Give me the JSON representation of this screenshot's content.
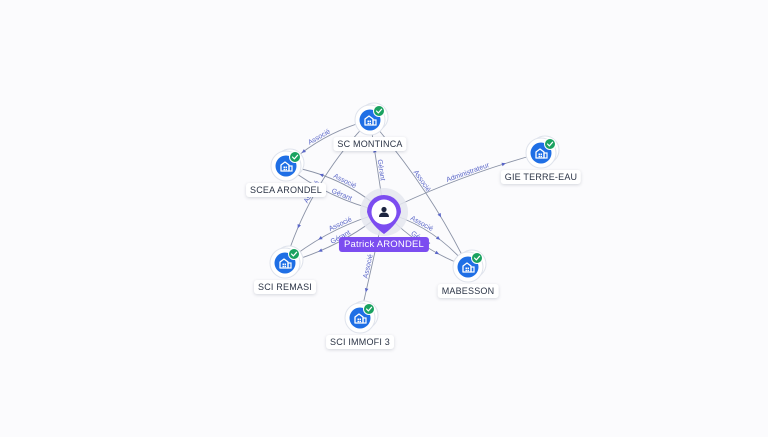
{
  "colors": {
    "accent": "#7c4df0",
    "company_icon": "#1f6fe5",
    "verified_badge": "#1aa260",
    "edge": "#8a92a6",
    "edge_label": "#5a66c8"
  },
  "center": {
    "id": "p",
    "label": "Patrick ARONDEL",
    "icon": "person-icon"
  },
  "companies": [
    {
      "id": "sc_montinca",
      "label": "SC MONTINCA",
      "icon": "building-icon",
      "verified": true
    },
    {
      "id": "scea_arondel",
      "label": "SCEA ARONDEL",
      "icon": "building-icon",
      "verified": true
    },
    {
      "id": "gie_terre_eau",
      "label": "GIE TERRE-EAU",
      "icon": "building-icon",
      "verified": true
    },
    {
      "id": "sci_remasi",
      "label": "SCI REMASI",
      "icon": "building-icon",
      "verified": true
    },
    {
      "id": "mabesson",
      "label": "MABESSON",
      "icon": "building-icon",
      "verified": true
    },
    {
      "id": "sci_immofi_3",
      "label": "SCI IMMOFI 3",
      "icon": "building-icon",
      "verified": true
    }
  ],
  "edges": [
    {
      "from": "p",
      "to": "sc_montinca",
      "label": "Gérant"
    },
    {
      "from": "p",
      "to": "scea_arondel",
      "label": "Gérant"
    },
    {
      "from": "p",
      "to": "scea_arondel",
      "label": "Associé"
    },
    {
      "from": "p",
      "to": "gie_terre_eau",
      "label": "Administrateur"
    },
    {
      "from": "p",
      "to": "sci_remasi",
      "label": "Gérant"
    },
    {
      "from": "p",
      "to": "sci_remasi",
      "label": "Associé"
    },
    {
      "from": "p",
      "to": "mabesson",
      "label": "Gérant"
    },
    {
      "from": "p",
      "to": "mabesson",
      "label": "Associé"
    },
    {
      "from": "p",
      "to": "sci_immofi_3",
      "label": "Associé"
    },
    {
      "from": "sc_montinca",
      "to": "scea_arondel",
      "label": "Associé"
    },
    {
      "from": "sc_montinca",
      "to": "sci_remasi",
      "label": "Associé"
    },
    {
      "from": "sc_montinca",
      "to": "mabesson",
      "label": "Associé"
    }
  ]
}
